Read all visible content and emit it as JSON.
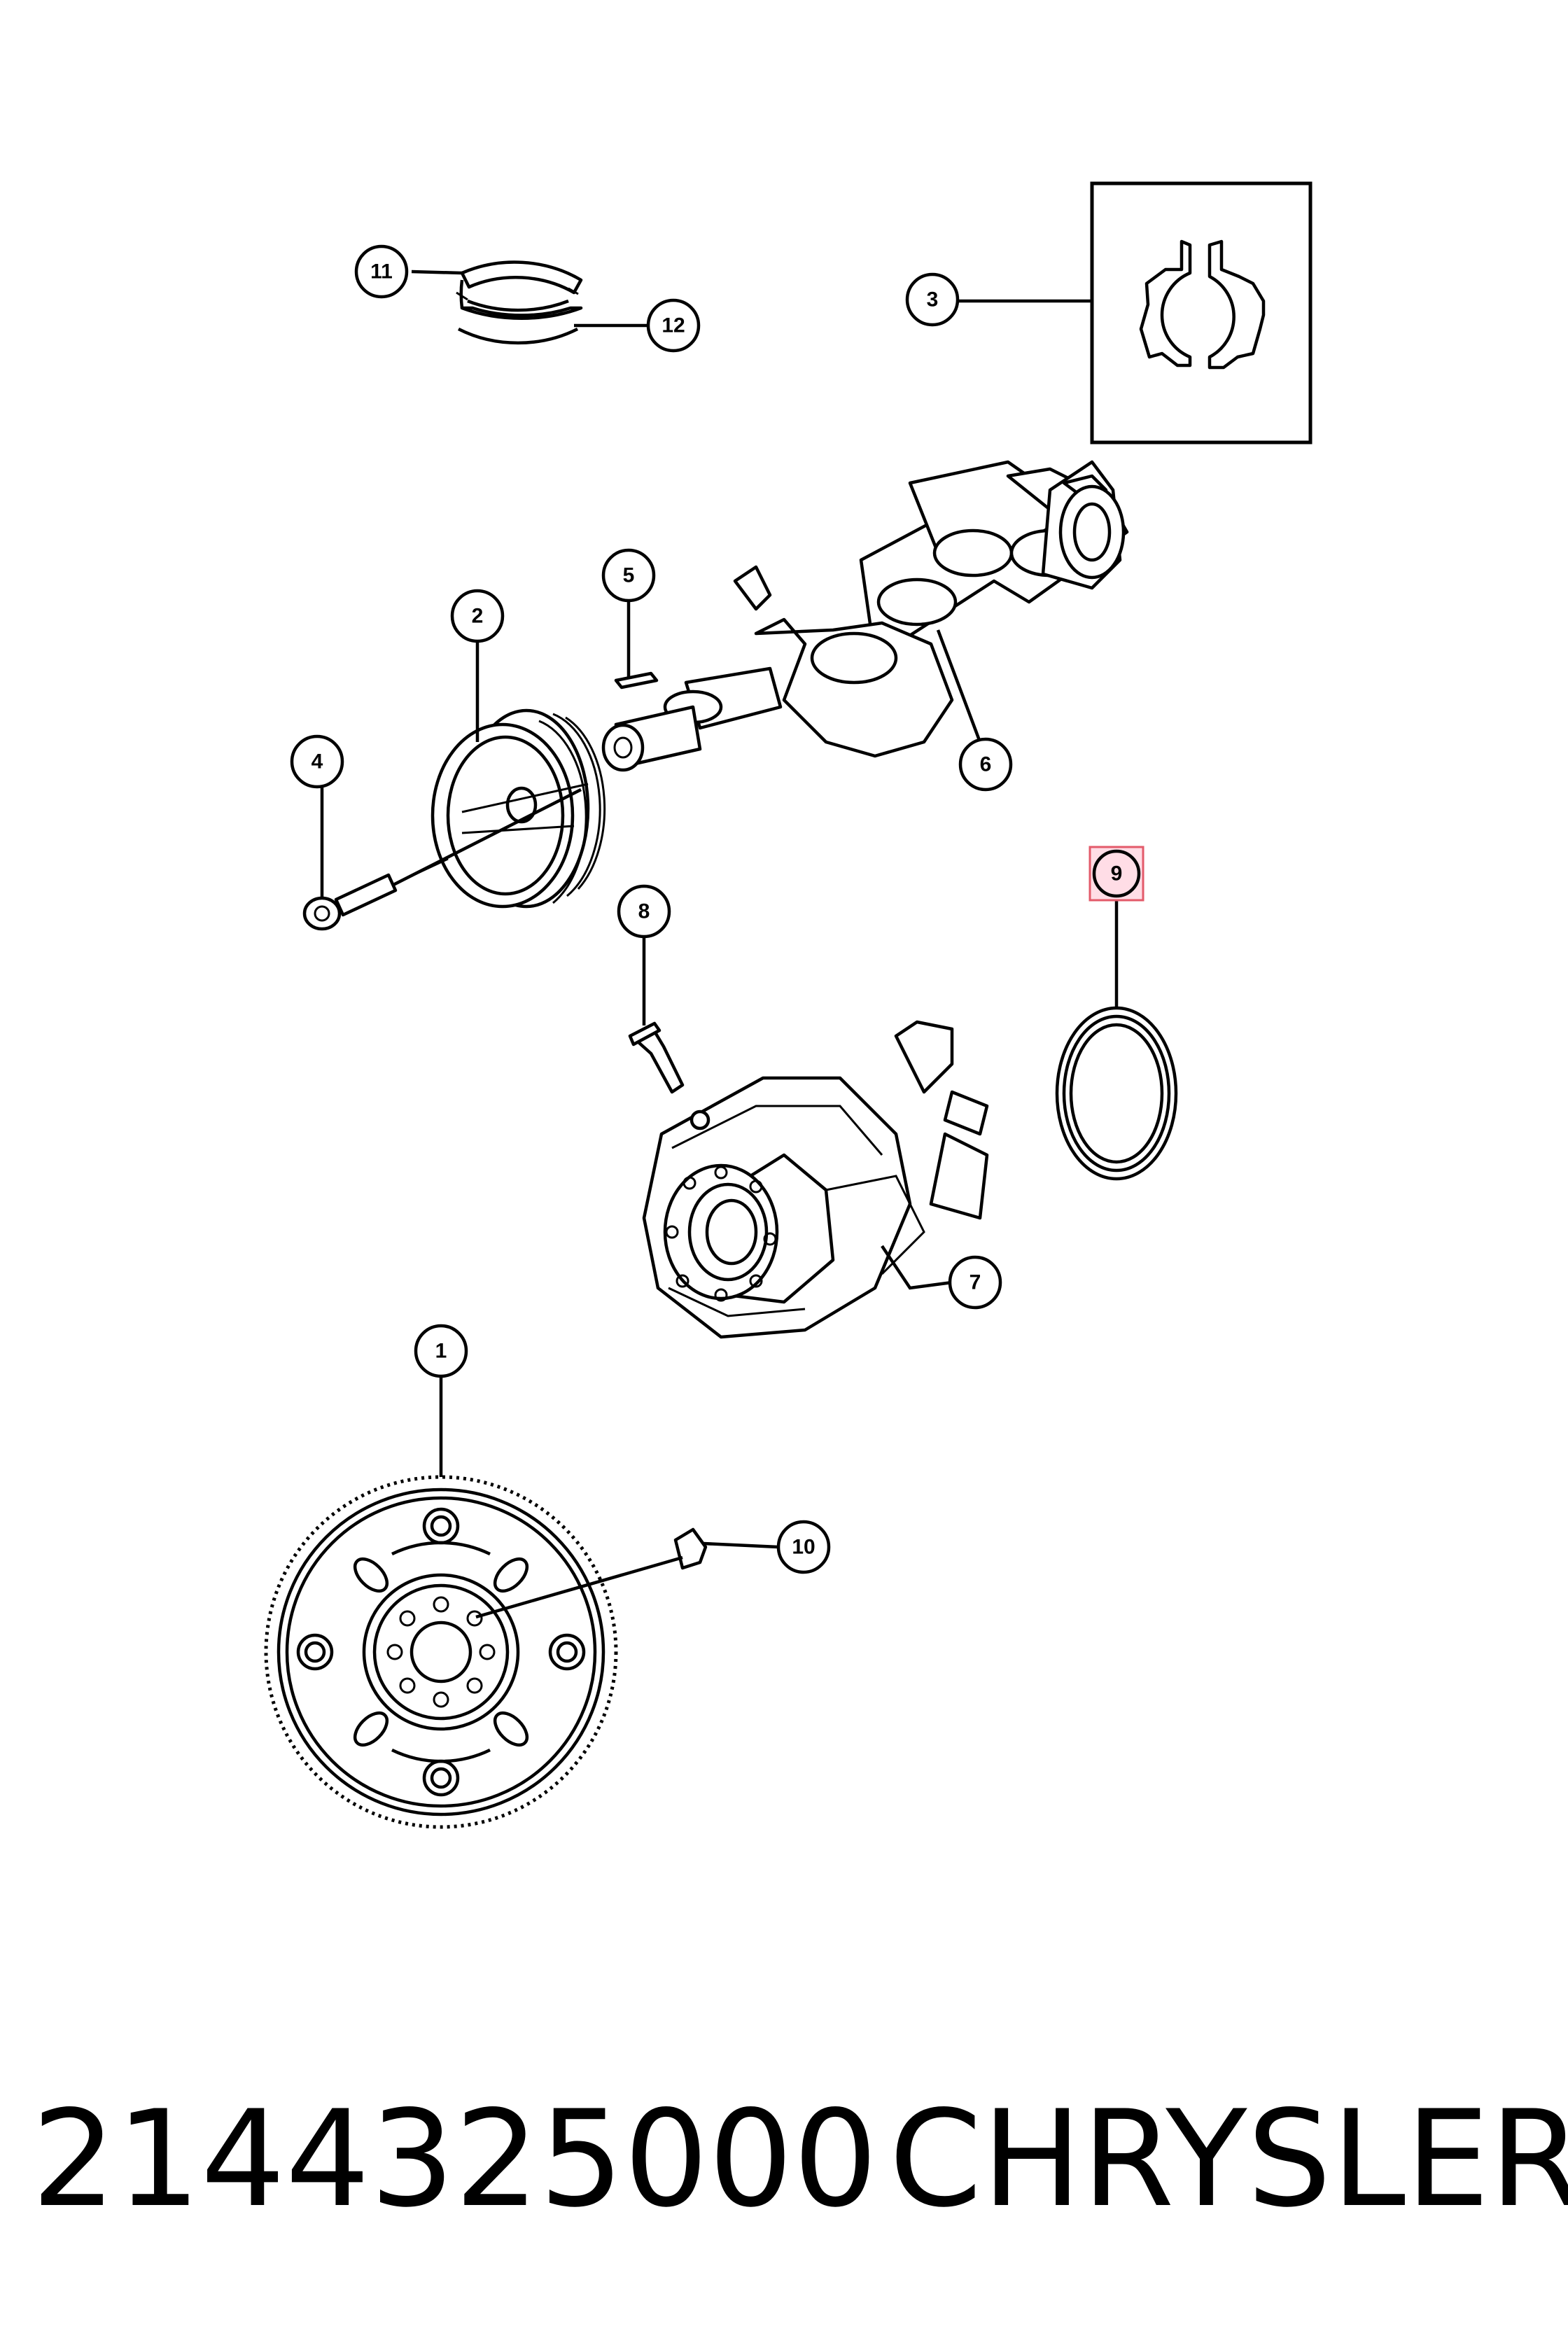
{
  "callouts": [
    {
      "id": "1",
      "label": "1"
    },
    {
      "id": "2",
      "label": "2"
    },
    {
      "id": "3",
      "label": "3"
    },
    {
      "id": "4",
      "label": "4"
    },
    {
      "id": "5",
      "label": "5"
    },
    {
      "id": "6",
      "label": "6"
    },
    {
      "id": "7",
      "label": "7"
    },
    {
      "id": "8",
      "label": "8"
    },
    {
      "id": "9",
      "label": "9",
      "highlighted": true
    },
    {
      "id": "10",
      "label": "10"
    },
    {
      "id": "11",
      "label": "11"
    },
    {
      "id": "12",
      "label": "12"
    }
  ],
  "footer": {
    "part_number": "2144325000",
    "brand": "CHRYSLER"
  },
  "colors": {
    "line": "#000000",
    "background": "#ffffff",
    "highlight_fill": "#ffdde6",
    "highlight_stroke": "#e35a6a"
  }
}
